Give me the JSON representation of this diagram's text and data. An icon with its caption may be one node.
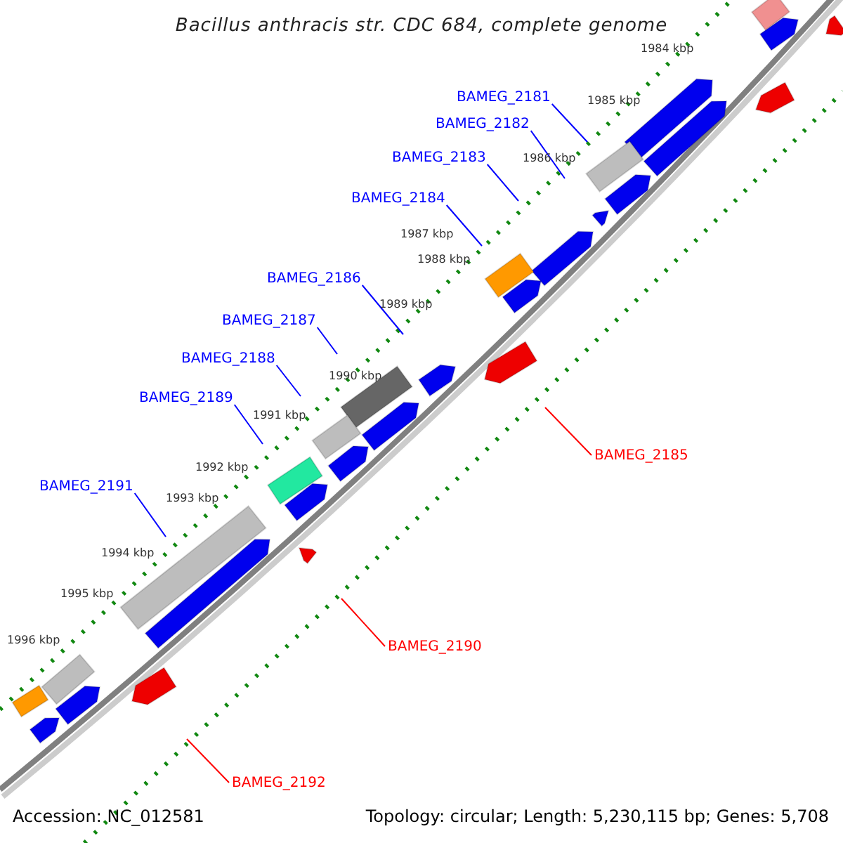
{
  "diagram": {
    "title": "Bacillus anthracis str. CDC 684, complete genome",
    "nodes": [
      {
        "text": [
          "BAMEG_2181"
        ]
      },
      {
        "text": [
          "BAMEG_2182"
        ]
      },
      {
        "text": [
          "BAMEG_2183"
        ]
      },
      {
        "text": [
          "BAMEG_2184"
        ]
      },
      {
        "text": [
          "BAMEG_2186"
        ]
      },
      {
        "text": [
          "BAMEG_2187"
        ]
      },
      {
        "text": [
          "BAMEG_2188"
        ]
      },
      {
        "text": [
          "BAMEG_2189"
        ]
      },
      {
        "text": [
          "BAMEG_2185"
        ]
      },
      {
        "text": [
          "BAMEG_2191"
        ]
      },
      {
        "text": [
          "BAMEG_2190"
        ]
      },
      {
        "text": [
          "BAMEG_2192"
        ]
      }
    ],
    "edges": [
      {
        "from": 0,
        "to": null,
        "arrow": "none"
      },
      {
        "from": 1,
        "to": null,
        "arrow": "none"
      },
      {
        "from": 2,
        "to": null,
        "arrow": "none"
      },
      {
        "from": 3,
        "to": null,
        "arrow": "none"
      },
      {
        "from": 4,
        "to": null,
        "arrow": "none"
      },
      {
        "from": 5,
        "to": null,
        "arrow": "none"
      },
      {
        "from": 6,
        "to": null,
        "arrow": "none"
      },
      {
        "from": 7,
        "to": null,
        "arrow": "none"
      },
      {
        "from": 8,
        "to": null,
        "arrow": "none",
        "color": "#ff0000"
      },
      {
        "from": 9,
        "to": null,
        "arrow": "none"
      },
      {
        "from": 10,
        "to": null,
        "arrow": "none",
        "color": "#ff0000"
      },
      {
        "from": 11,
        "to": null,
        "arrow": "none",
        "color": "#ff0000"
      }
    ],
    "labels": [
      "1984 kbp",
      "1985 kbp",
      "1986 kbp",
      "1987 kbp",
      "1988 kbp",
      "1989 kbp",
      "1990 kbp",
      "1991 kbp",
      "1992 kbp",
      "1993 kbp",
      "1994 kbp",
      "1995 kbp",
      "1996 kbp",
      "Accession: NC_012581",
      "Topology: circular; Length: 5,230,115 bp; Genes: 5,708"
    ]
  }
}
